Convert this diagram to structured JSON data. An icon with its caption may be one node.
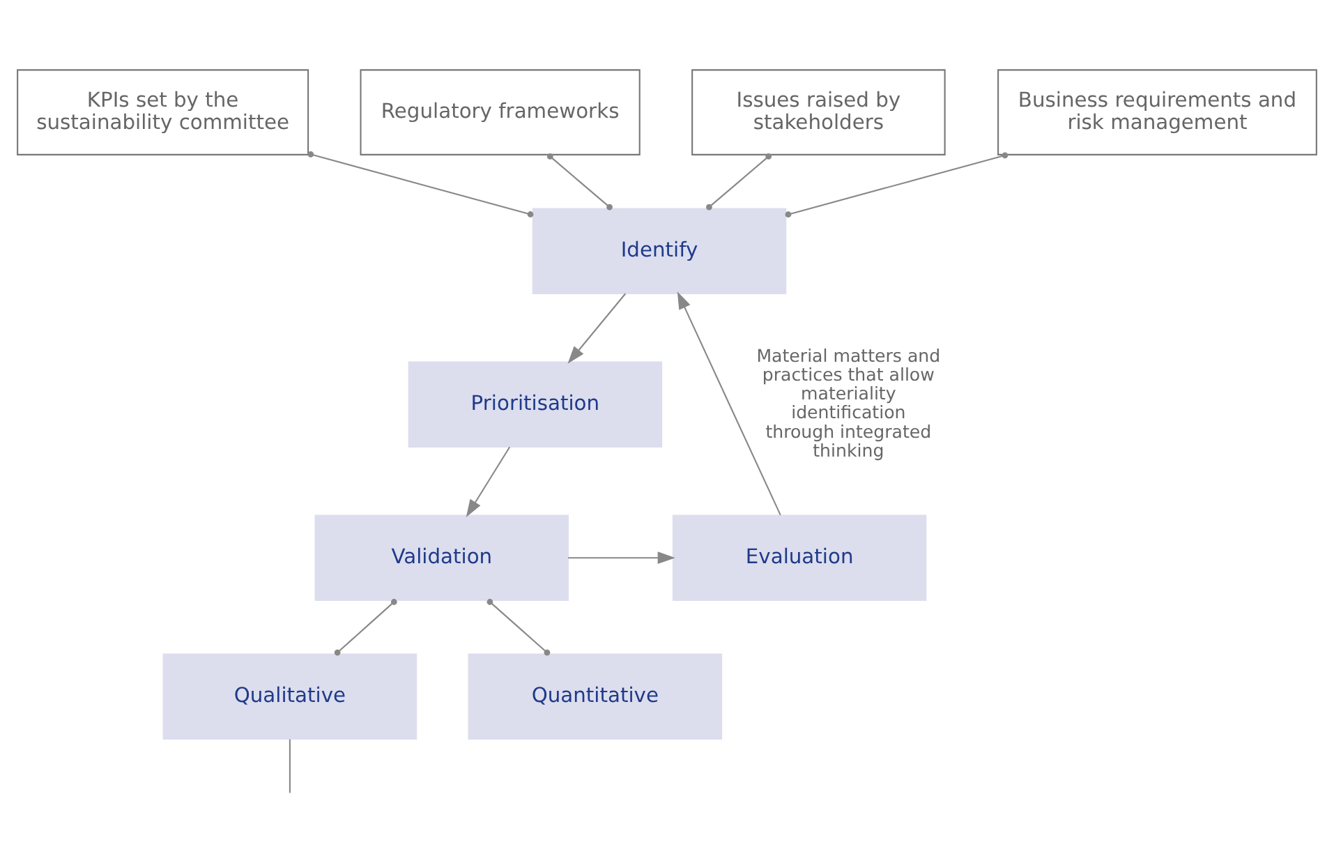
{
  "diagram": {
    "nodes": [
      {
        "text": [
          "KPIs set by the sustainability committee"
        ]
      },
      {
        "text": [
          "Regulatory frameworks"
        ]
      },
      {
        "text": [
          "Issues raised by stakeholders"
        ]
      },
      {
        "text": [
          "Business requirements and risk management"
        ]
      },
      {
        "text": [
          "Identify"
        ]
      },
      {
        "text": [
          "Prioritisation"
        ]
      },
      {
        "text": [
          "Validation"
        ]
      },
      {
        "text": [
          "Evaluation"
        ]
      },
      {
        "text": [
          "Qualitative"
        ]
      },
      {
        "text": [
          "Quantitative"
        ]
      }
    ],
    "edges": [
      {
        "from": 0,
        "to": 4,
        "arrow": "other"
      },
      {
        "from": 1,
        "to": 4,
        "arrow": "other"
      },
      {
        "from": 2,
        "to": 4,
        "arrow": "other"
      },
      {
        "from": 3,
        "to": 4,
        "arrow": "other"
      },
      {
        "from": 4,
        "to": 5,
        "arrow": "to"
      },
      {
        "from": 5,
        "to": 6,
        "arrow": "to"
      },
      {
        "from": 6,
        "to": 7,
        "arrow": "to"
      },
      {
        "from": 6,
        "to": 8,
        "arrow": "other"
      },
      {
        "from": 6,
        "to": 9,
        "arrow": "other"
      },
      {
        "from": 7,
        "to": 4,
        "arrow": "to",
        "label": "Material matters and practices that allow materiality identification through integrated thinking"
      },
      {
        "from": 8,
        "to": null,
        "arrow": "none"
      }
    ]
  }
}
